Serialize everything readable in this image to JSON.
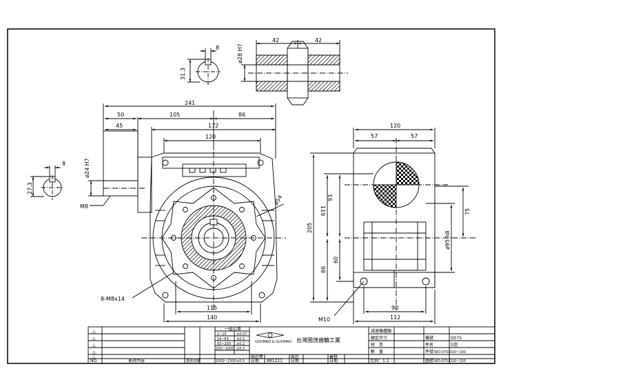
{
  "dimensions": {
    "d28": "ø28 H7",
    "k42a": "42",
    "k42b": "42",
    "k8top": "8",
    "k31_3": "31.3",
    "d241": "241",
    "d50": "50",
    "d105": "105",
    "d86t": "86",
    "d45": "45",
    "d172": "172",
    "d120": "120",
    "d24": "ø24 H7",
    "k8left": "8",
    "k27_3": "27.3",
    "m8": "M8",
    "r54": "ø54",
    "m8x14": "8-M8x14",
    "d115": "115",
    "d140": "140",
    "s120": "120",
    "s57a": "57",
    "s57b": "57",
    "s119": "119",
    "s93": "93",
    "s205": "205",
    "s75": "75",
    "s95": "ø95 h8",
    "s60": "60",
    "s86": "86",
    "m10": "M10",
    "s90": "90",
    "s112": "112"
  },
  "title_block": {
    "tol_head": "一般公差",
    "tol": [
      {
        "r": "1~15",
        "v": "±0.07"
      },
      {
        "r": "16~63",
        "v": "±0.1"
      },
      {
        "r": "63~250",
        "v": "±0.2"
      },
      {
        "r": "250~1000",
        "v": "±0.3"
      },
      {
        "r": "1000~1500",
        "v": "±0.5"
      }
    ],
    "no_label": "NO.",
    "change_content": "更改內容",
    "change_date": "更改日期",
    "designer": "設計者",
    "design": "設計",
    "check": "審核",
    "date1": "日期",
    "date_val": "881221",
    "date2": "日期",
    "date3": "日期",
    "company_en": "GUOMAO & GUOMAO",
    "company": "台灣國茂齒輪工業",
    "product": "減速機種類",
    "rated": "額定尺寸",
    "material": "材　質",
    "qty": "數　量",
    "scale": "比例：1:1",
    "model_lbl": "機號",
    "model": "D075",
    "type_lbl": "件名",
    "type": "D型",
    "pn_lbl": "件號",
    "pn": "WD-075-D10~100",
    "dwg_lbl": "圖號",
    "dwg": "WD-075-D10~100",
    "warn": "△"
  }
}
